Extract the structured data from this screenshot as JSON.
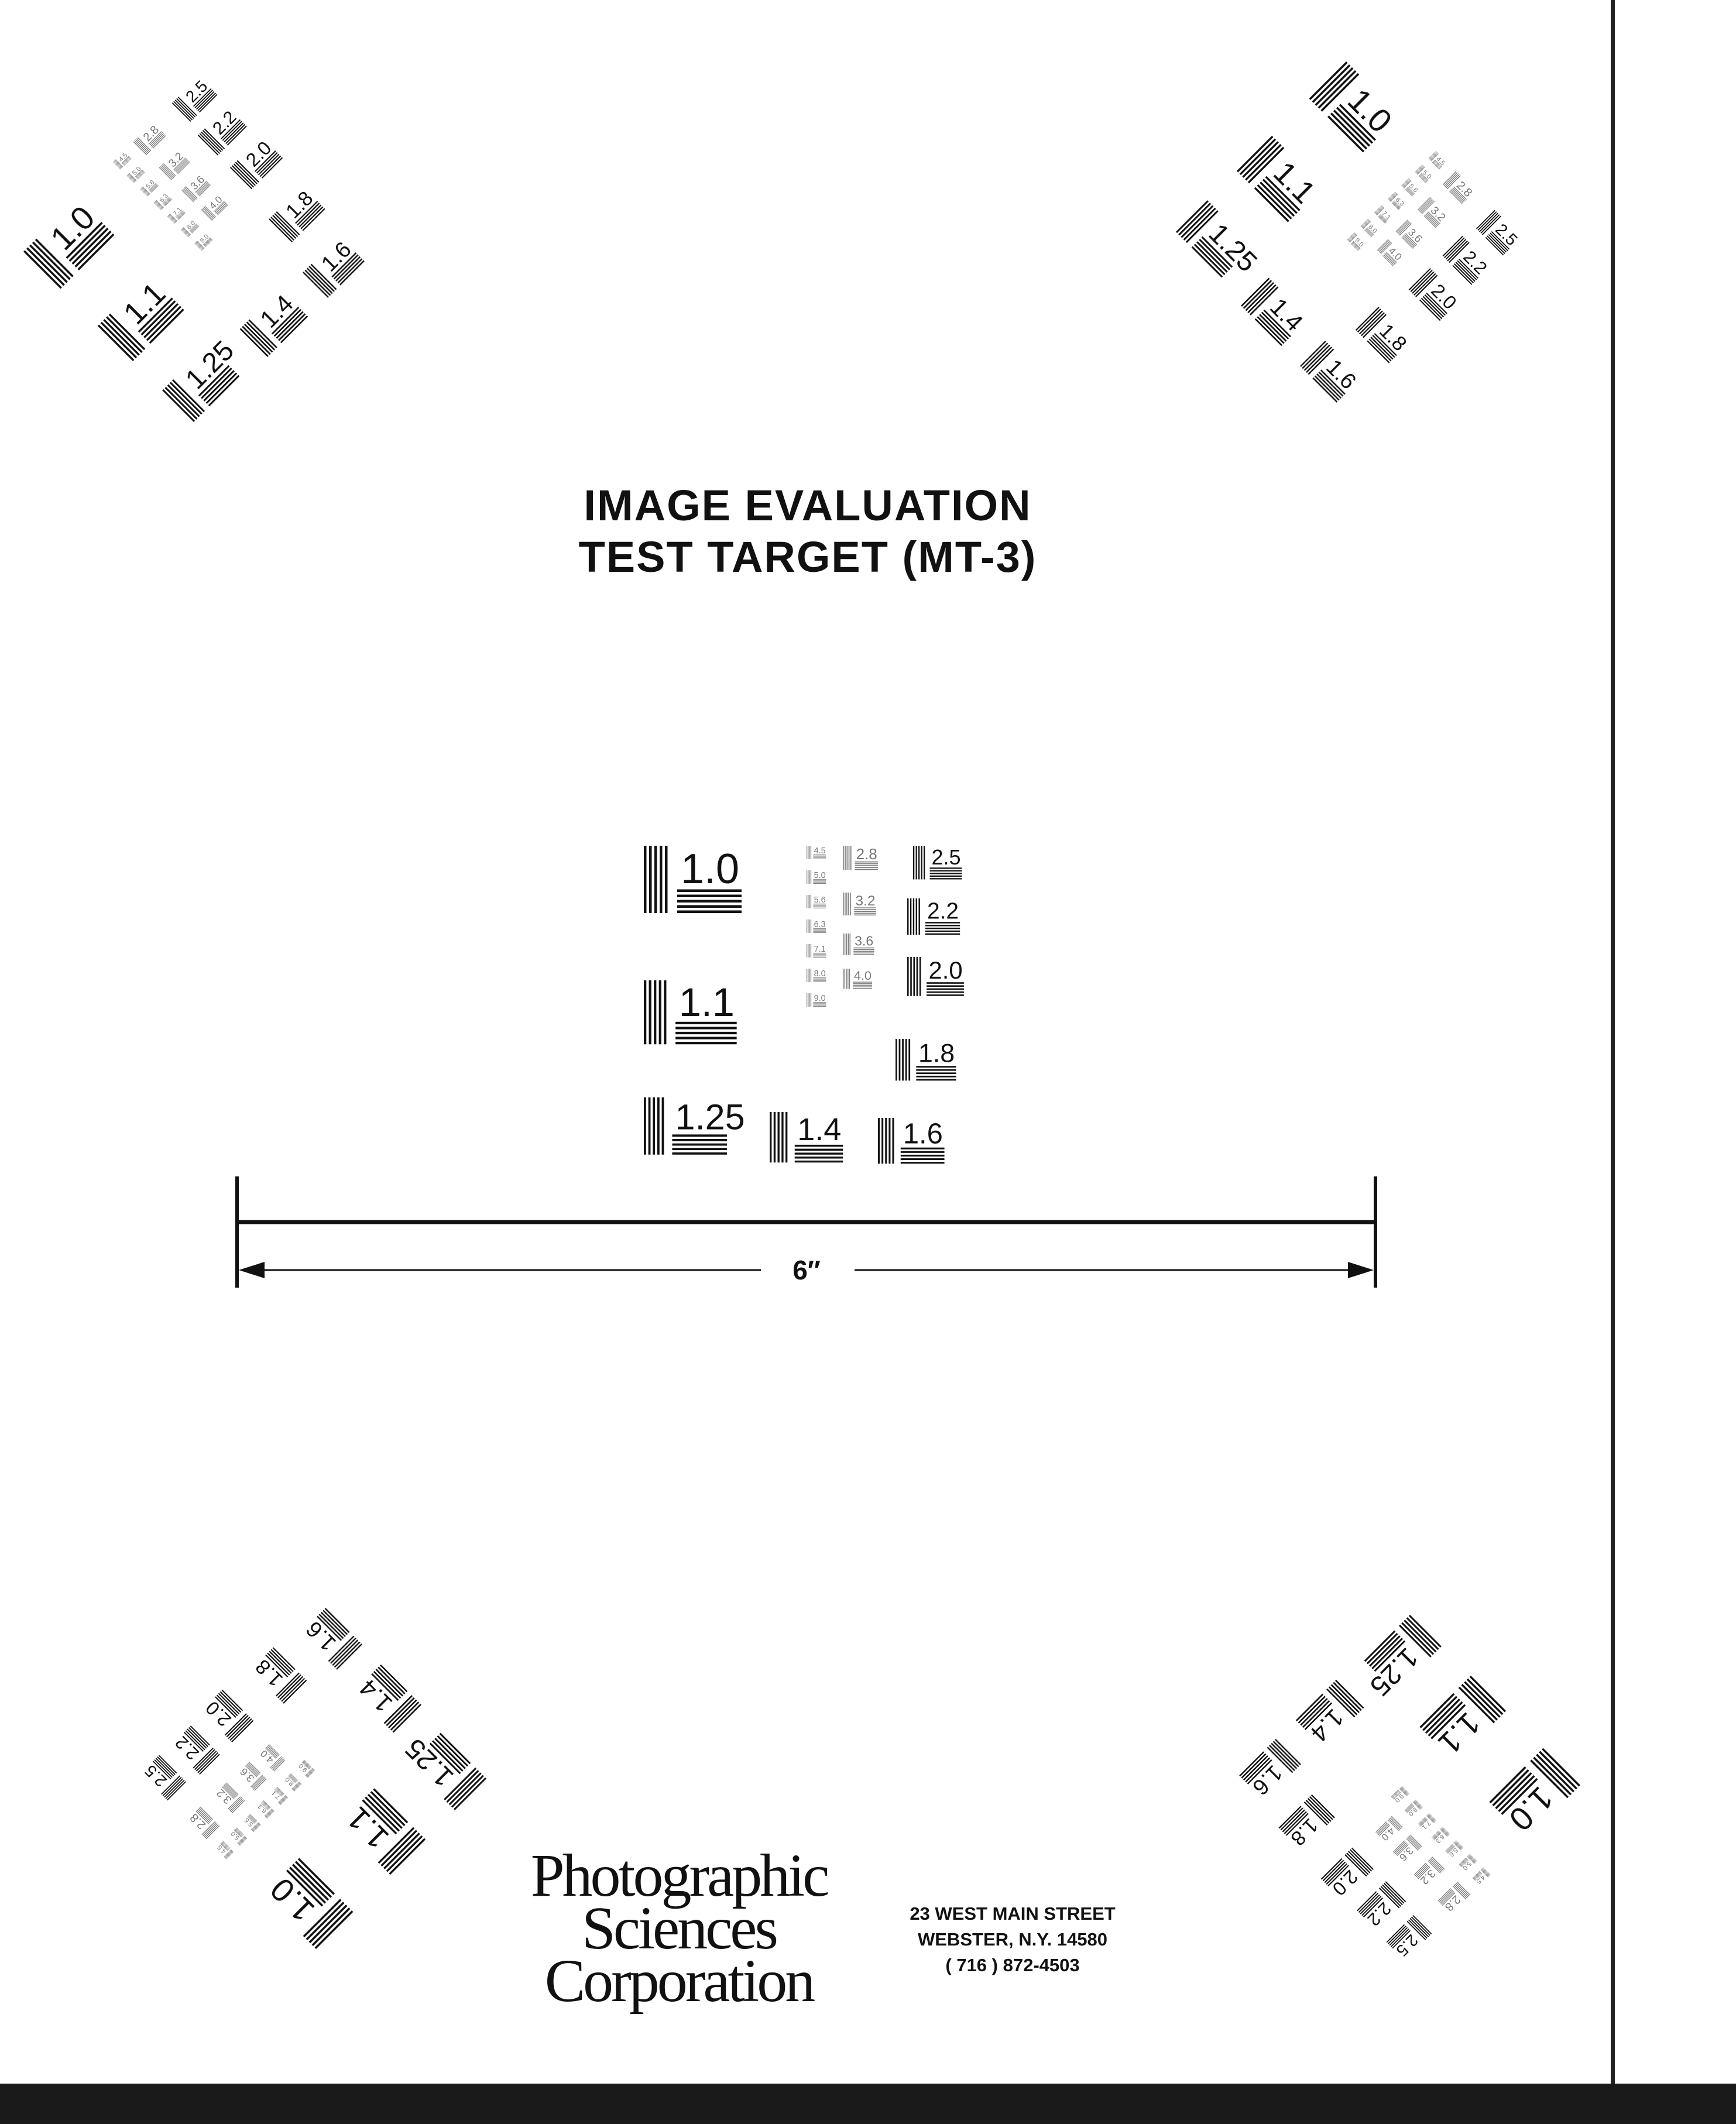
{
  "title": {
    "line1": "IMAGE EVALUATION",
    "line2": "TEST TARGET (MT-3)"
  },
  "scale_label": "6″",
  "target_labels": {
    "large": [
      "1.0",
      "1.1",
      "1.25",
      "1.4",
      "1.6",
      "1.8",
      "2.0",
      "2.2",
      "2.5"
    ],
    "fine": [
      "2.8",
      "3.2",
      "3.6",
      "4.0",
      "4.5",
      "5.0",
      "5.6",
      "6.3",
      "7.1",
      "8.0",
      "9.0"
    ]
  },
  "company": {
    "line1": "Photographic",
    "line2": "Sciences",
    "line3": "Corporation"
  },
  "address": {
    "line1": "23 WEST MAIN STREET",
    "line2": "WEBSTER, N.Y. 14580",
    "line3": "( 716 ) 872-4503"
  },
  "colors": {
    "ink": "#111111",
    "paper": "#ffffff",
    "faint": "#777777"
  }
}
